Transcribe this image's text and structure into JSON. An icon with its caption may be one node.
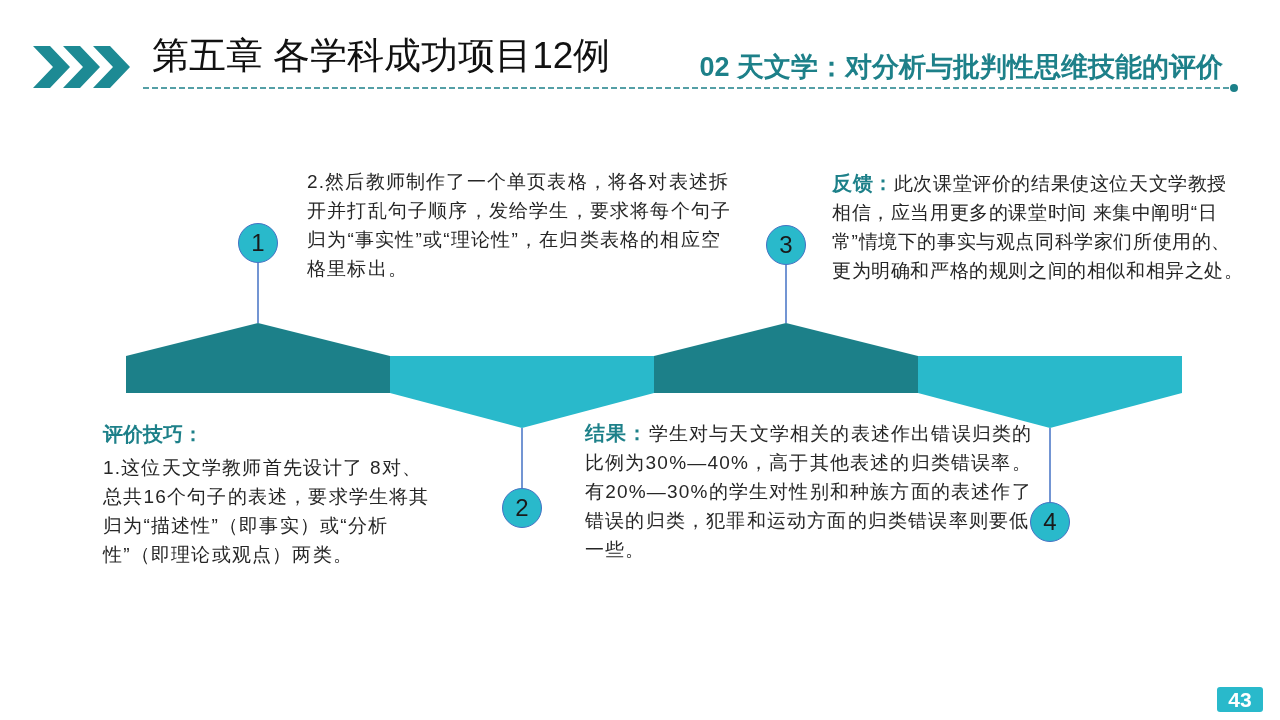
{
  "diagram": {
    "title": "第五章 各学科成功项目12例",
    "nodes": [
      {
        "text": [
          "1"
        ]
      },
      {
        "text": [
          "2"
        ]
      },
      {
        "text": [
          "3"
        ]
      },
      {
        "text": [
          "4"
        ]
      },
      {
        "text": [],
        "shape": "bar"
      },
      {
        "text": [],
        "shape": "bar"
      },
      {
        "text": [],
        "shape": "bar"
      },
      {
        "text": [],
        "shape": "bar"
      }
    ],
    "edges": [
      {
        "from": 0,
        "to": 4,
        "arrow": "none"
      },
      {
        "from": 5,
        "to": 1,
        "arrow": "none"
      },
      {
        "from": 2,
        "to": 6,
        "arrow": "none"
      },
      {
        "from": 7,
        "to": 3,
        "arrow": "none"
      }
    ],
    "labels": [
      "02 天文学：对分析与批判性思维技能的评价",
      "2.然后教师制作了一个单页表格，将各对表述拆开并打乱句子顺序，发给学生，要求将每个句子归为“事实性”或“理论性”，在归类表格的相应空格里标出。",
      "**反馈：**此次课堂评价的结果使这位天文学教授相信，应当用更多的课堂时间 来集中阐明“日常”情境下的事实与观点同科学家们所使用的、更为明确和严格的规则之间的相似和相异之处。",
      "评价技巧：",
      "1.这位天文学教师首先设计了 8对、总共16个句子的表述，要求学生将其归为“描述性”（即事实）或“分析性”（即理论或观点）两类。",
      "**结果：**学生对与天文学相关的表述作出错误归类的比例为30%—40%，高于其他表述的归类错误率。有20%—30%的学生对性别和种族方面的表述作了错误的归类，犯罪和运动方面的归类错误率则要低一些。",
      "43"
    ]
  }
}
